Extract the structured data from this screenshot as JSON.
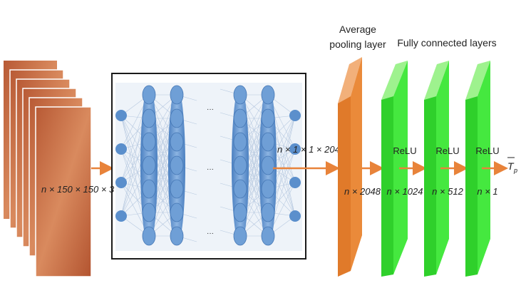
{
  "diagram": {
    "input_dim": "n × 150 × 150 × 3",
    "backbone_output_dim": "n × 1 × 1 × 2048",
    "pooling": {
      "title_line1": "Average",
      "title_line2": "pooling layer",
      "output_dim": "n × 2048"
    },
    "fully_connected": {
      "title": "Fully connected layers",
      "layers": [
        {
          "activation": "ReLU",
          "output_dim": "n × 1024"
        },
        {
          "activation": "ReLU",
          "output_dim": "n × 512"
        },
        {
          "activation": "ReLU",
          "output_dim": "n × 1"
        }
      ]
    },
    "output_symbol": "T",
    "output_subscript": "p",
    "ellipsis": "···"
  },
  "colors": {
    "arrow": "#e8833a",
    "pooling_front": "#e07a2a",
    "pooling_side": "#f2b07a",
    "fc_front": "#3ee03a",
    "fc_side": "#9ef28e",
    "neuron": "#5b8fcc",
    "image_tile": "#c9683e"
  }
}
